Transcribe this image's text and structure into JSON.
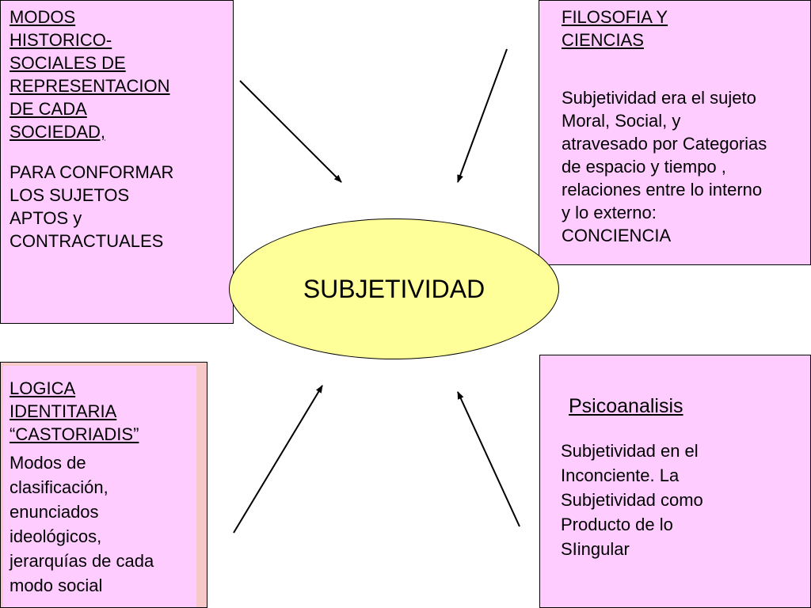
{
  "center": {
    "label": "SUBJETIVIDAD"
  },
  "top_left": {
    "title": "MODOS\nHISTORICO-\nSOCIALES  DE\nREPRESENTACION\n DE CADA\nSOCIEDAD,",
    "body": "PARA CONFORMAR\nLOS SUJETOS\nAPTOS y\nCONTRACTUALES"
  },
  "top_right": {
    "title": "FILOSOFIA Y\nCIENCIAS",
    "body": "Subjetividad era el sujeto\nMoral, Social, y\natravesado por Categorias\nde espacio y tiempo ,\nrelaciones entre lo interno\ny lo externo:\nCONCIENCIA"
  },
  "bottom_left": {
    "title": "LOGICA\nIDENTITARIA\n“CASTORIADIS”",
    "body": "Modos de\nclasificación,\nenunciados\nideológicos,\njerarquías de cada\nmodo social"
  },
  "bottom_right": {
    "title": "Psicoanalisis",
    "body": "Subjetividad  en el\nInconciente. La\nSubjetividad como\nProducto  de lo\nSIingular"
  },
  "colors": {
    "box_fill": "#ffccff",
    "ellipse_fill": "#ffff99",
    "bottom_left_shadow": "#f7c8c8"
  }
}
